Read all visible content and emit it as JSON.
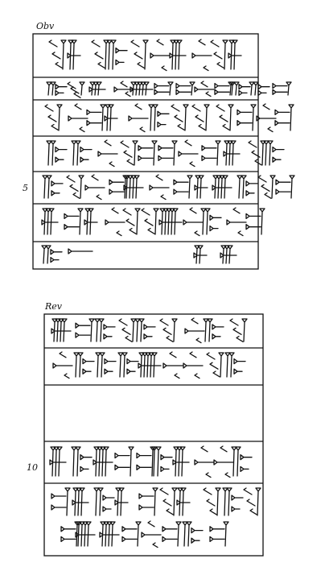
{
  "tablet": {
    "obverse_label": "Obv",
    "reverse_label": "Rev",
    "line_numbers": [
      "5",
      "10"
    ]
  },
  "colors": {
    "ink": "#111111",
    "paper": "#ffffff"
  }
}
